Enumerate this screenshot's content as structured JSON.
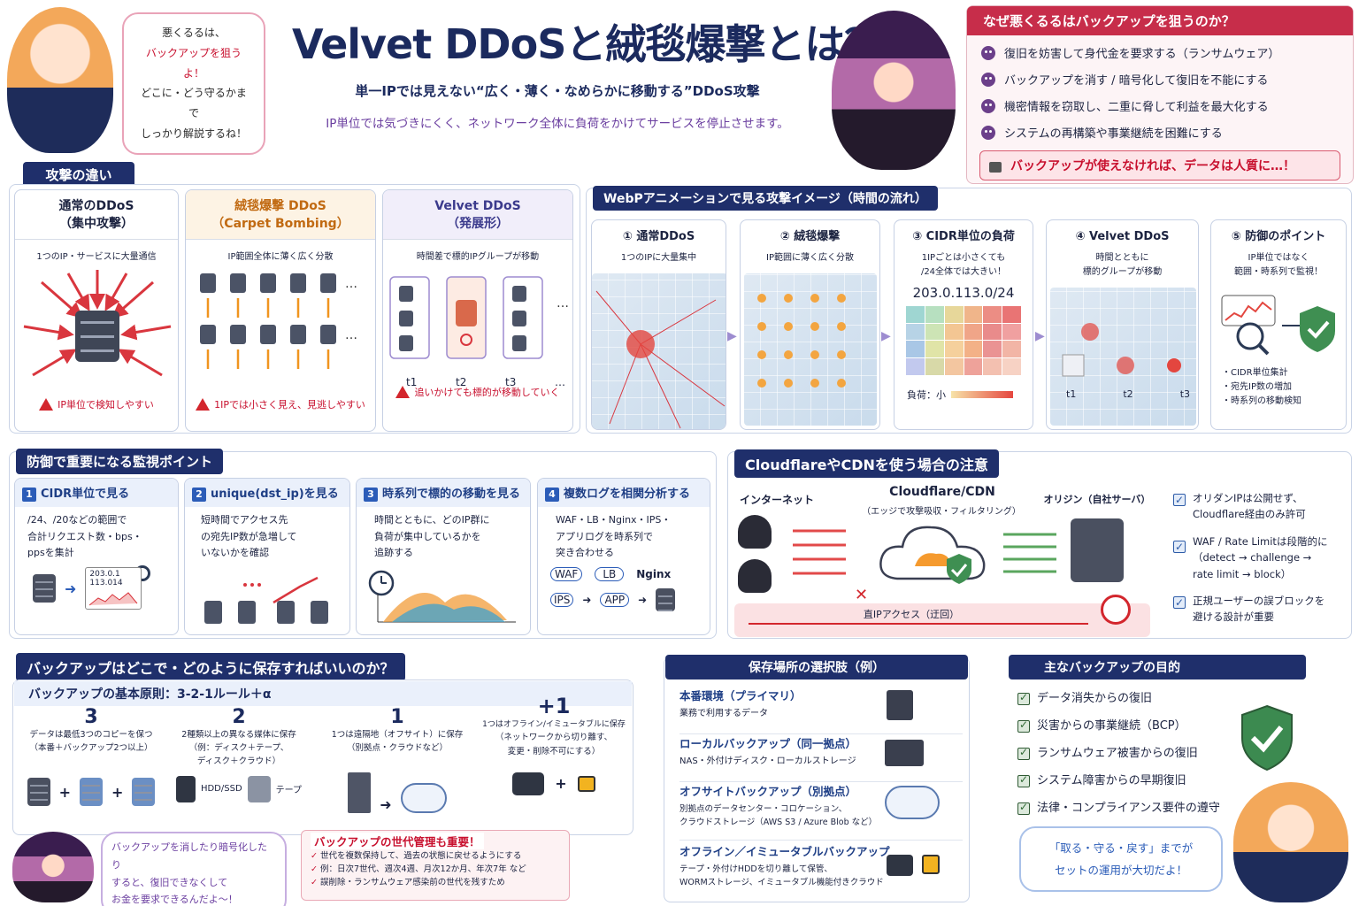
{
  "header": {
    "title": "Velvet DDoSと絨毯爆撃とは？",
    "subtitle1": "単一IPでは見えない“広く・薄く・なめらかに移動する”DDoS攻撃",
    "subtitle2": "IP単位では気づきにくく、ネットワーク全体に負荷をかけてサービスを停止させます。",
    "bubble_left": [
      "悪くるるは、",
      "バックアップを狙うよ！",
      "どこに・どう守るかまで",
      "しっかり解説するね！"
    ]
  },
  "why_backup": {
    "title": "なぜ悪くるるはバックアップを狙うのか？",
    "items": [
      "復旧を妨害して身代金を要求する（ランサムウェア）",
      "バックアップを消す / 暗号化して復旧を不能にする",
      "機密情報を窃取し、二重に脅して利益を最大化する",
      "システムの再構築や事業継続を困難にする"
    ],
    "warning": "バックアップが使えなければ、データは人質に…！"
  },
  "attack_diff": {
    "tag": "攻撃の違い",
    "cards": [
      {
        "title": "通常のDDoS",
        "title2": "（集中攻撃）",
        "desc": "1つのIP・サービスに大量通信",
        "warn": "IP単位で検知しやすい"
      },
      {
        "title": "絨毯爆撃 DDoS",
        "title2": "（Carpet Bombing）",
        "desc": "IP範囲全体に薄く広く分散",
        "warn": "1IPでは小さく見え、見逃しやすい"
      },
      {
        "title": "Velvet DDoS",
        "title2": "（発展形）",
        "desc": "時間差で標的IPグループが移動",
        "warn": "追いかけても標的が移動していく",
        "t_labels": [
          "t1",
          "t2",
          "t3",
          "…"
        ]
      }
    ]
  },
  "webp": {
    "tag": "WebPアニメーションで見る攻撃イメージ（時間の流れ）",
    "steps": [
      {
        "title": "① 通常DDoS",
        "desc": [
          "1つのIPに大量集中"
        ]
      },
      {
        "title": "② 絨毯爆撃",
        "desc": [
          "IP範囲に薄く広く分散"
        ]
      },
      {
        "title": "③ CIDR単位の負荷",
        "desc": [
          "1IPごとは小さくても",
          "/24全体では大きい！"
        ],
        "cidr": "203.0.113.0/24",
        "load_label": "負荷：小"
      },
      {
        "title": "④ Velvet DDoS",
        "desc": [
          "時間とともに",
          "標的グループが移動"
        ],
        "t_labels": [
          "t1",
          "t2",
          "t3"
        ]
      },
      {
        "title": "⑤ 防御のポイント",
        "desc": [
          "IP単位ではなく",
          "範囲・時系列で監視！"
        ],
        "bullets": [
          "・CIDR単位集計",
          "・宛先IP数の増加",
          "・時系列の移動検知"
        ]
      }
    ]
  },
  "monitor": {
    "tag": "防御で重要になる監視ポイント",
    "items": [
      {
        "num": "1",
        "title": "CIDR単位で見る",
        "desc": [
          "/24、/20などの範囲で",
          "合計リクエスト数・bps・",
          "ppsを集計"
        ],
        "sample": [
          "203.0.1",
          "113.014"
        ]
      },
      {
        "num": "2",
        "title": "unique(dst_ip)を見る",
        "desc": [
          "短時間でアクセス先",
          "の宛先IP数が急増して",
          "いないかを確認"
        ]
      },
      {
        "num": "3",
        "title": "時系列で標的の移動を見る",
        "desc": [
          "時間とともに、どのIP群に",
          "負荷が集中しているかを",
          "追跡する"
        ]
      },
      {
        "num": "4",
        "title": "複数ログを相関分析する",
        "desc": [
          "WAF・LB・Nginx・IPS・",
          "アプリログを時系列で",
          "突き合わせる"
        ],
        "logs": [
          "WAF",
          "LB",
          "Nginx",
          "IPS",
          "APP"
        ]
      }
    ]
  },
  "cdn": {
    "tag": "CloudflareやCDNを使う場合の注意",
    "internet": "インターネット",
    "cdn_title": "Cloudflare/CDN",
    "cdn_sub": "（エッジで攻撃吸収・フィルタリング）",
    "origin": "オリジン（自社サーバ）",
    "direct": "直IPアクセス（迂回）",
    "checks": [
      [
        "オリダンIPは公開せず、",
        "Cloudflare経由のみ許可"
      ],
      [
        "WAF / Rate Limitは段階的に",
        "（detect → challenge →",
        "rate limit → block）"
      ],
      [
        "正規ユーザーの誤ブロックを",
        "避ける設計が重要"
      ]
    ]
  },
  "backup": {
    "tag": "バックアップはどこで・どのように保存すればいいのか？",
    "rule_title": "バックアップの基本原則：3-2-1ルール＋α",
    "rules": [
      {
        "num": "3",
        "desc": [
          "データは最低3つのコピーを保つ",
          "（本番＋バックアップ2つ以上）"
        ]
      },
      {
        "num": "2",
        "desc": [
          "2種類以上の異なる媒体に保存",
          "（例：ディスク＋テープ、",
          "ディスク＋クラウド）"
        ],
        "media": [
          "HDD/SSD",
          "テープ"
        ]
      },
      {
        "num": "1",
        "desc": [
          "1つは遠隔地（オフサイト）に保存",
          "（別拠点・クラウドなど）"
        ]
      },
      {
        "num": "+1",
        "desc": [
          "1つはオフライン/イミュータブルに保存",
          "（ネットワークから切り離す、",
          "変更・削除不可にする）"
        ]
      }
    ],
    "bubble": [
      "バックアップを消したり暗号化したり",
      "すると、復旧できなくして",
      "お金を要求できるんだよ〜！"
    ],
    "gen_title": "バックアップの世代管理も重要！",
    "gen_items": [
      "世代を複数保持して、過去の状態に戻せるようにする",
      "例：日次7世代、週次4週、月次12か月、年次7年 など",
      "誤削除・ランサムウェア感染前の世代を残すため"
    ]
  },
  "storage": {
    "tag": "保存場所の選択肢（例）",
    "items": [
      {
        "title": "本番環境（プライマリ）",
        "desc": [
          "業務で利用するデータ"
        ]
      },
      {
        "title": "ローカルバックアップ（同一拠点）",
        "desc": [
          "NAS・外付けディスク・ローカルストレージ"
        ]
      },
      {
        "title": "オフサイトバックアップ（別拠点）",
        "desc": [
          "別拠点のデータセンター・コロケーション、",
          "クラウドストレージ（AWS S3 / Azure Blob など）"
        ]
      },
      {
        "title": "オフライン／イミュータブルバックアップ",
        "desc": [
          "テープ・外付けHDDを切り離して保管、",
          "WORMストレージ、イミュータブル機能付きクラウド"
        ]
      }
    ]
  },
  "purpose": {
    "tag": "主なバックアップの目的",
    "items": [
      "データ消失からの復旧",
      "災害からの事業継続（BCP）",
      "ランサムウェア被害からの復旧",
      "システム障害からの早期復旧",
      "法律・コンプライアンス要件の遵守"
    ],
    "bubble": [
      "「取る・守る・戻す」までが",
      "セットの運用が大切だよ！"
    ]
  }
}
